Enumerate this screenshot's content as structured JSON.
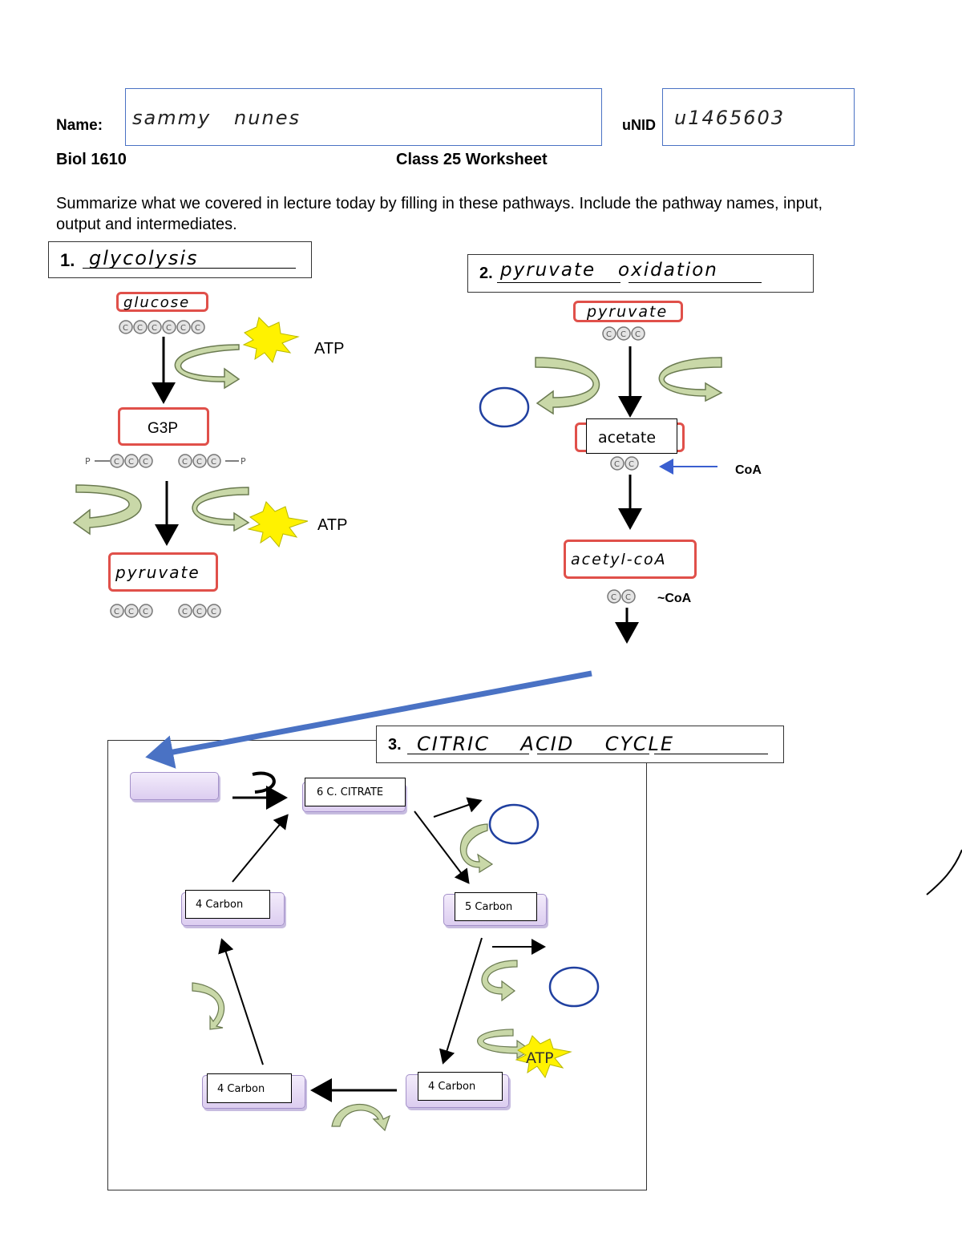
{
  "header": {
    "name_label": "Name:",
    "name_value": "sammy   nunes",
    "unid_label": "uNID",
    "unid_value": "u1465603",
    "course": "Biol 1610",
    "worksheet_title": "Class 25 Worksheet"
  },
  "instructions": "Summarize what we covered in lecture today by filling in these pathways. Include the pathway names, input, output and intermediates.",
  "section1": {
    "number": "1.",
    "title": "glycolysis",
    "input": "glucose",
    "intermediate": "G3P",
    "output": "pyruvate",
    "atp_label_1": "ATP",
    "atp_label_2": "ATP",
    "phosphate": "P"
  },
  "section2": {
    "number": "2.",
    "title": "pyruvate   oxidation",
    "input": "pyruvate",
    "intermediate": "acetate",
    "output": "acetyl-coA",
    "coa_label": "CoA",
    "coa_attached_label": "~CoA"
  },
  "section3": {
    "number": "3.",
    "title": "CITRIC    ACID    CYCLE",
    "citrate": "6 C. CITRATE",
    "five_carbon": "5 Carbon",
    "four_carbon_right": "4 Carbon",
    "four_carbon_bottom": "4 Carbon",
    "four_carbon_left": "4 Carbon",
    "atp_label": "ATP"
  },
  "carbon_glyph": "C",
  "colors": {
    "red_box": "#e0504a",
    "field_border": "#4a72c4",
    "handwritten_circle": "#2040a0",
    "big_arrow": "#4a72c4",
    "curved_arrow_fill": "#c9d8a8",
    "burst": "#fff200",
    "purple_box": "#dccdf0"
  }
}
